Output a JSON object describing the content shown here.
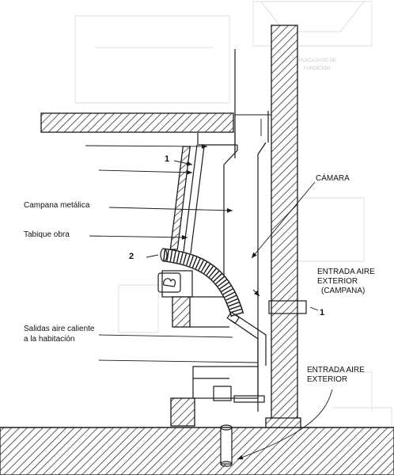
{
  "labels": {
    "callout_1_left": "1",
    "callout_2": "2",
    "campana": "Campana metálica",
    "tabique": "Tabique obra",
    "salidas_line1": "Salidas aire caliente",
    "salidas_line2": "a la habitación",
    "camara": "CÁMARA",
    "entrada_campana_line1": "ENTRADA AIRE",
    "entrada_campana_line2": "EXTERIOR",
    "entrada_campana_line3": "(CAMPANA)",
    "callout_1_right": "1",
    "entrada_exterior_line1": "ENTRADA AIRE",
    "entrada_exterior_line2": "EXTERIOR"
  },
  "background_text": {
    "line1": "PLACA BASE DE",
    "line2": "FUNDICIÓN"
  },
  "colors": {
    "ink": "#1a1a1a",
    "paper": "#ffffff",
    "ghost": "#d3d3d3"
  }
}
